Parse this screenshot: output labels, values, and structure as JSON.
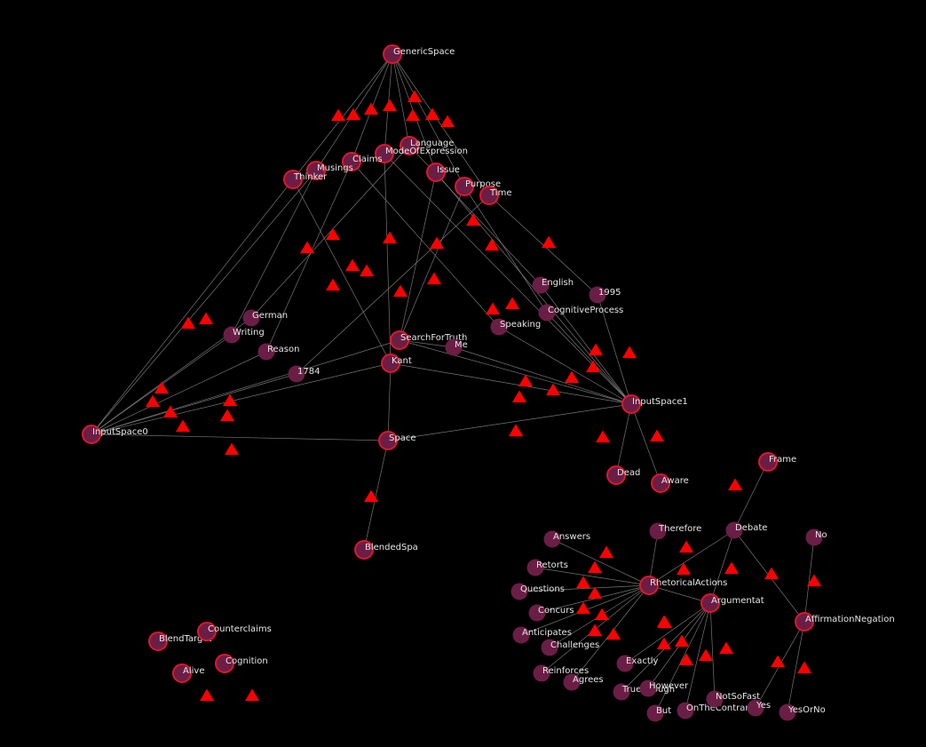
{
  "colors": {
    "background": "#000000",
    "node_fill": "#6b1e45",
    "node_ring": "#e0162b",
    "relation_triangle": "#ff0000",
    "edge": "#8a8a8a",
    "label": "#e6e6e6"
  },
  "nodes": [
    {
      "id": "GenericSpace",
      "label": "GenericSpace",
      "ring": true
    },
    {
      "id": "Language",
      "label": "Language",
      "ring": true
    },
    {
      "id": "ModeOfExpression",
      "label": "ModeOfExpression",
      "ring": true
    },
    {
      "id": "Claims",
      "label": "Claims",
      "ring": true
    },
    {
      "id": "Musings",
      "label": "Musings",
      "ring": true
    },
    {
      "id": "Thinker",
      "label": "Thinker",
      "ring": true
    },
    {
      "id": "Issue",
      "label": "Issue",
      "ring": true
    },
    {
      "id": "Purpose",
      "label": "Purpose",
      "ring": true
    },
    {
      "id": "Time",
      "label": "Time",
      "ring": true
    },
    {
      "id": "English",
      "label": "English",
      "ring": false
    },
    {
      "id": "1995",
      "label": "1995",
      "ring": false
    },
    {
      "id": "CognitiveProcess",
      "label": "CognitiveProcess",
      "ring": false
    },
    {
      "id": "German",
      "label": "German",
      "ring": false
    },
    {
      "id": "Writing",
      "label": "Writing",
      "ring": false
    },
    {
      "id": "Reason",
      "label": "Reason",
      "ring": false
    },
    {
      "id": "1784",
      "label": "1784",
      "ring": false
    },
    {
      "id": "SearchForTruth",
      "label": "SearchForTruth",
      "ring": true
    },
    {
      "id": "Me",
      "label": "Me",
      "ring": false
    },
    {
      "id": "Kant",
      "label": "Kant",
      "ring": true
    },
    {
      "id": "Speaking",
      "label": "Speaking",
      "ring": false
    },
    {
      "id": "InputSpace0",
      "label": "InputSpace0",
      "ring": true
    },
    {
      "id": "InputSpace1",
      "label": "InputSpace1",
      "ring": true
    },
    {
      "id": "Space",
      "label": "Space",
      "ring": true
    },
    {
      "id": "Dead",
      "label": "Dead",
      "ring": true
    },
    {
      "id": "Aware",
      "label": "Aware",
      "ring": true
    },
    {
      "id": "BlendedSpa",
      "label": "BlendedSpa",
      "ring": true
    },
    {
      "id": "Frame",
      "label": "Frame",
      "ring": true
    },
    {
      "id": "Therefore",
      "label": "Therefore",
      "ring": false
    },
    {
      "id": "Debate",
      "label": "Debate",
      "ring": false
    },
    {
      "id": "No",
      "label": "No",
      "ring": false
    },
    {
      "id": "Answers",
      "label": "Answers",
      "ring": false
    },
    {
      "id": "Retorts",
      "label": "Retorts",
      "ring": false
    },
    {
      "id": "Questions",
      "label": "Questions",
      "ring": false
    },
    {
      "id": "Concurs",
      "label": "Concurs",
      "ring": false
    },
    {
      "id": "Anticipates",
      "label": "Anticipates",
      "ring": false
    },
    {
      "id": "Challenges",
      "label": "Challenges",
      "ring": false
    },
    {
      "id": "Reinforces",
      "label": "Reinforces",
      "ring": false
    },
    {
      "id": "Agrees",
      "label": "Agrees",
      "ring": false
    },
    {
      "id": "RhetoricalActions",
      "label": "RhetoricalActions",
      "ring": true
    },
    {
      "id": "Argumentat",
      "label": "Argumentat",
      "ring": true
    },
    {
      "id": "AffirmationNegation",
      "label": "AffirmationNegation",
      "ring": true
    },
    {
      "id": "Exactly",
      "label": "Exactly",
      "ring": false
    },
    {
      "id": "TrueEnough",
      "label": "TrueEnough",
      "ring": false
    },
    {
      "id": "However",
      "label": "However",
      "ring": false
    },
    {
      "id": "But",
      "label": "But",
      "ring": false
    },
    {
      "id": "OnTheContrary",
      "label": "OnTheContrary",
      "ring": false
    },
    {
      "id": "NotSoFast",
      "label": "NotSoFast",
      "ring": false
    },
    {
      "id": "Yes",
      "label": "Yes",
      "ring": false
    },
    {
      "id": "YesOrNo",
      "label": "YesOrNo",
      "ring": false
    },
    {
      "id": "BlendTarget",
      "label": "BlendTarget",
      "ring": true
    },
    {
      "id": "Counterclaims",
      "label": "Counterclaims",
      "ring": true
    },
    {
      "id": "Alive",
      "label": "Alive",
      "ring": true
    },
    {
      "id": "Cognition",
      "label": "Cognition",
      "ring": true
    }
  ],
  "relations": [
    {
      "id": "g1",
      "links": [
        "GenericSpace",
        "InputSpace0"
      ]
    },
    {
      "id": "g2",
      "links": [
        "GenericSpace",
        "InputSpace0"
      ]
    },
    {
      "id": "g3",
      "links": [
        "GenericSpace",
        "InputSpace0"
      ]
    },
    {
      "id": "g4",
      "links": [
        "GenericSpace",
        "Kant"
      ]
    },
    {
      "id": "g5",
      "links": [
        "GenericSpace",
        "InputSpace1"
      ]
    },
    {
      "id": "g6",
      "links": [
        "GenericSpace",
        "InputSpace1"
      ]
    },
    {
      "id": "g7",
      "links": [
        "GenericSpace",
        "InputSpace1"
      ]
    },
    {
      "id": "g8",
      "links": [
        "GenericSpace",
        "InputSpace1"
      ]
    },
    {
      "id": "m1",
      "links": [
        "Thinker",
        "Kant"
      ]
    },
    {
      "id": "m2",
      "links": [
        "Thinker",
        "Speaking"
      ]
    },
    {
      "id": "m3",
      "links": [
        "Thinker",
        "InputSpace0"
      ]
    },
    {
      "id": "m4",
      "links": [
        "Musings",
        "InputSpace0"
      ]
    },
    {
      "id": "m5",
      "links": [
        "Claims",
        "Writing"
      ]
    },
    {
      "id": "m6",
      "links": [
        "Claims",
        "Speaking"
      ]
    },
    {
      "id": "m7",
      "links": [
        "ModeOfExpression",
        "InputSpace1"
      ]
    },
    {
      "id": "m8",
      "links": [
        "Language",
        "German"
      ]
    },
    {
      "id": "m9",
      "links": [
        "Language",
        "English"
      ]
    },
    {
      "id": "m10",
      "links": [
        "Issue",
        "SearchForTruth"
      ]
    },
    {
      "id": "m11",
      "links": [
        "Issue",
        "InputSpace1"
      ]
    },
    {
      "id": "m12",
      "links": [
        "Purpose",
        "SearchForTruth"
      ]
    },
    {
      "id": "m13",
      "links": [
        "Purpose",
        "InputSpace1"
      ]
    },
    {
      "id": "m14",
      "links": [
        "Time",
        "1995"
      ]
    },
    {
      "id": "m15",
      "links": [
        "Time",
        "1784"
      ]
    },
    {
      "id": "m16",
      "links": [
        "Thinker",
        "InputSpace0"
      ]
    },
    {
      "id": "i0a",
      "links": [
        "InputSpace0",
        "German"
      ]
    },
    {
      "id": "i0b",
      "links": [
        "InputSpace0",
        "Writing"
      ]
    },
    {
      "id": "i0c",
      "links": [
        "InputSpace0",
        "Reason"
      ]
    },
    {
      "id": "i0d",
      "links": [
        "InputSpace0",
        "1784"
      ]
    },
    {
      "id": "i0e",
      "links": [
        "InputSpace0",
        "Kant"
      ]
    },
    {
      "id": "i0f",
      "links": [
        "InputSpace0",
        "Kant"
      ]
    },
    {
      "id": "i0g",
      "links": [
        "InputSpace0",
        "SearchForTruth"
      ]
    },
    {
      "id": "i0h",
      "links": [
        "InputSpace0",
        "Space"
      ]
    },
    {
      "id": "i1a",
      "links": [
        "InputSpace1",
        "English"
      ]
    },
    {
      "id": "i1b",
      "links": [
        "InputSpace1",
        "CognitiveProcess"
      ]
    },
    {
      "id": "i1c",
      "links": [
        "InputSpace1",
        "1995"
      ]
    },
    {
      "id": "i1d",
      "links": [
        "InputSpace1",
        "Me"
      ]
    },
    {
      "id": "i1e",
      "links": [
        "InputSpace1",
        "Speaking"
      ]
    },
    {
      "id": "i1f",
      "links": [
        "InputSpace1",
        "SearchForTruth"
      ]
    },
    {
      "id": "i1g",
      "links": [
        "InputSpace1",
        "Kant"
      ]
    },
    {
      "id": "i1h",
      "links": [
        "InputSpace1",
        "Space"
      ]
    },
    {
      "id": "i1i",
      "links": [
        "InputSpace1",
        "Dead"
      ]
    },
    {
      "id": "i1j",
      "links": [
        "InputSpace1",
        "Aware"
      ]
    },
    {
      "id": "sb",
      "links": [
        "Space",
        "BlendedSpa"
      ]
    },
    {
      "id": "r1",
      "links": [
        "RhetoricalActions",
        "Answers"
      ]
    },
    {
      "id": "r2",
      "links": [
        "RhetoricalActions",
        "Retorts"
      ]
    },
    {
      "id": "r3",
      "links": [
        "RhetoricalActions",
        "Questions"
      ]
    },
    {
      "id": "r4",
      "links": [
        "RhetoricalActions",
        "Questions"
      ]
    },
    {
      "id": "r5",
      "links": [
        "RhetoricalActions",
        "Concurs"
      ]
    },
    {
      "id": "r6",
      "links": [
        "RhetoricalActions",
        "Anticipates"
      ]
    },
    {
      "id": "r7",
      "links": [
        "RhetoricalActions",
        "Challenges"
      ]
    },
    {
      "id": "r8",
      "links": [
        "RhetoricalActions",
        "Reinforces"
      ]
    },
    {
      "id": "r9",
      "links": [
        "RhetoricalActions",
        "Therefore"
      ]
    },
    {
      "id": "r10",
      "links": [
        "RhetoricalActions",
        "Debate"
      ]
    },
    {
      "id": "d1",
      "links": [
        "Debate",
        "Frame"
      ]
    },
    {
      "id": "d2",
      "links": [
        "Debate",
        "Argumentat"
      ]
    },
    {
      "id": "d3",
      "links": [
        "Debate",
        "AffirmationNegation"
      ]
    },
    {
      "id": "a1",
      "links": [
        "Argumentat",
        "Exactly"
      ]
    },
    {
      "id": "a2",
      "links": [
        "Argumentat",
        "TrueEnough"
      ]
    },
    {
      "id": "a3",
      "links": [
        "Argumentat",
        "However"
      ]
    },
    {
      "id": "a4",
      "links": [
        "Argumentat",
        "But"
      ]
    },
    {
      "id": "a5",
      "links": [
        "Argumentat",
        "OnTheContrary"
      ]
    },
    {
      "id": "a6",
      "links": [
        "Argumentat",
        "NotSoFast"
      ]
    },
    {
      "id": "a7",
      "links": [
        "Argumentat",
        "RhetoricalActions"
      ]
    },
    {
      "id": "n1",
      "links": [
        "AffirmationNegation",
        "No"
      ]
    },
    {
      "id": "n2",
      "links": [
        "AffirmationNegation",
        "Yes"
      ]
    },
    {
      "id": "n3",
      "links": [
        "AffirmationNegation",
        "YesOrNo"
      ]
    },
    {
      "id": "x1",
      "links": []
    },
    {
      "id": "x2",
      "links": []
    }
  ],
  "edges": [
    [
      "GenericSpace",
      "Thinker"
    ],
    [
      "GenericSpace",
      "Musings"
    ],
    [
      "GenericSpace",
      "Claims"
    ],
    [
      "GenericSpace",
      "ModeOfExpression"
    ],
    [
      "GenericSpace",
      "Language"
    ],
    [
      "GenericSpace",
      "Issue"
    ],
    [
      "GenericSpace",
      "Purpose"
    ],
    [
      "GenericSpace",
      "Time"
    ],
    [
      "Thinker",
      "Kant"
    ],
    [
      "Thinker",
      "InputSpace0"
    ],
    [
      "Musings",
      "Writing"
    ],
    [
      "Musings",
      "InputSpace0"
    ],
    [
      "Claims",
      "Reason"
    ],
    [
      "Claims",
      "Speaking"
    ],
    [
      "ModeOfExpression",
      "Kant"
    ],
    [
      "ModeOfExpression",
      "InputSpace1"
    ],
    [
      "Language",
      "German"
    ],
    [
      "Language",
      "English"
    ],
    [
      "Issue",
      "SearchForTruth"
    ],
    [
      "Issue",
      "InputSpace1"
    ],
    [
      "Purpose",
      "SearchForTruth"
    ],
    [
      "Purpose",
      "CognitiveProcess"
    ],
    [
      "Time",
      "1995"
    ],
    [
      "Time",
      "1784"
    ],
    [
      "InputSpace0",
      "German"
    ],
    [
      "InputSpace0",
      "Writing"
    ],
    [
      "InputSpace0",
      "Reason"
    ],
    [
      "InputSpace0",
      "1784"
    ],
    [
      "InputSpace0",
      "Kant"
    ],
    [
      "InputSpace0",
      "SearchForTruth"
    ],
    [
      "InputSpace0",
      "Space"
    ],
    [
      "InputSpace1",
      "English"
    ],
    [
      "InputSpace1",
      "CognitiveProcess"
    ],
    [
      "InputSpace1",
      "1995"
    ],
    [
      "InputSpace1",
      "Me"
    ],
    [
      "InputSpace1",
      "Speaking"
    ],
    [
      "InputSpace1",
      "SearchForTruth"
    ],
    [
      "InputSpace1",
      "Kant"
    ],
    [
      "InputSpace1",
      "Space"
    ],
    [
      "InputSpace1",
      "Dead"
    ],
    [
      "InputSpace1",
      "Aware"
    ],
    [
      "Kant",
      "Space"
    ],
    [
      "Space",
      "BlendedSpa"
    ],
    [
      "SearchForTruth",
      "Me"
    ],
    [
      "RhetoricalActions",
      "Answers"
    ],
    [
      "RhetoricalActions",
      "Retorts"
    ],
    [
      "RhetoricalActions",
      "Questions"
    ],
    [
      "RhetoricalActions",
      "Concurs"
    ],
    [
      "RhetoricalActions",
      "Anticipates"
    ],
    [
      "RhetoricalActions",
      "Challenges"
    ],
    [
      "RhetoricalActions",
      "Reinforces"
    ],
    [
      "RhetoricalActions",
      "Agrees"
    ],
    [
      "RhetoricalActions",
      "Therefore"
    ],
    [
      "RhetoricalActions",
      "Debate"
    ],
    [
      "RhetoricalActions",
      "Argumentat"
    ],
    [
      "Debate",
      "Frame"
    ],
    [
      "Debate",
      "Argumentat"
    ],
    [
      "Debate",
      "AffirmationNegation"
    ],
    [
      "Argumentat",
      "Exactly"
    ],
    [
      "Argumentat",
      "TrueEnough"
    ],
    [
      "Argumentat",
      "However"
    ],
    [
      "Argumentat",
      "But"
    ],
    [
      "Argumentat",
      "OnTheContrary"
    ],
    [
      "Argumentat",
      "NotSoFast"
    ],
    [
      "AffirmationNegation",
      "No"
    ],
    [
      "AffirmationNegation",
      "Yes"
    ],
    [
      "AffirmationNegation",
      "YesOrNo"
    ]
  ]
}
